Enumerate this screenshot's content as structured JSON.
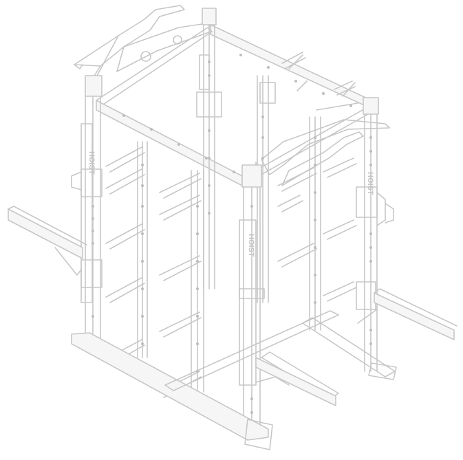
{
  "image": {
    "subject_icon": "power-rack-icon",
    "line_color": "#c7c7c7",
    "background": "#ffffff"
  },
  "upright_labels": {
    "front_left": "HOIST",
    "front_center": "HOIST",
    "rear_right": "HOIST"
  }
}
